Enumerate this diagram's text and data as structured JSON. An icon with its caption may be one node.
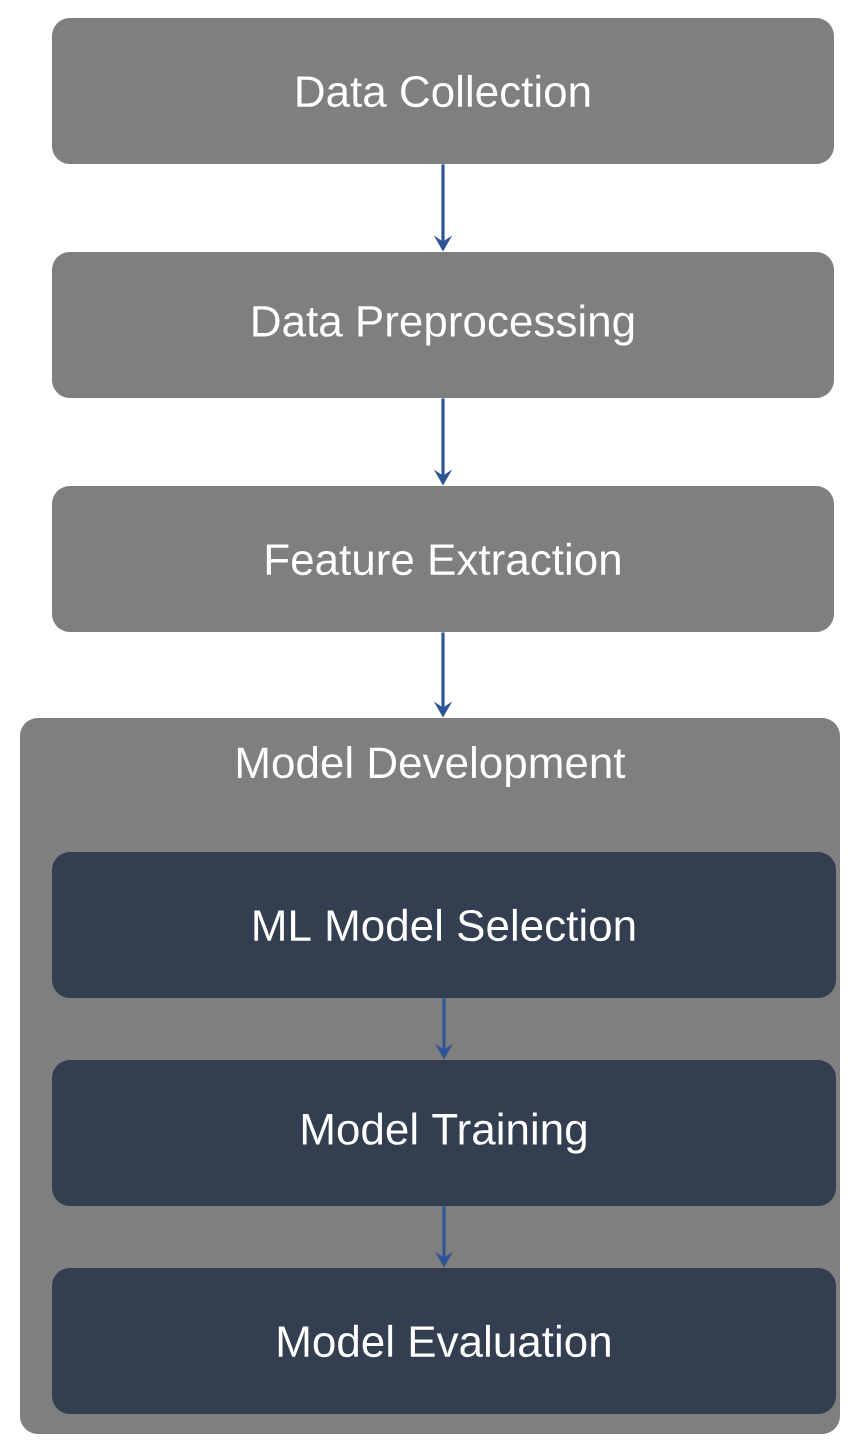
{
  "diagram": {
    "nodes": [
      {
        "text": [
          "Data Collection"
        ]
      },
      {
        "text": [
          "Data Preprocessing"
        ]
      },
      {
        "text": [
          "Feature Extraction"
        ]
      },
      {
        "text": [
          "Model Development"
        ]
      },
      {
        "text": [
          "ML Model Selection"
        ],
        "in": 3
      },
      {
        "text": [
          "Model Training"
        ],
        "in": 3
      },
      {
        "text": [
          "Model Evaluation"
        ],
        "in": 3
      }
    ],
    "edges": [
      {
        "from": 0,
        "to": 1,
        "arrow": "to"
      },
      {
        "from": 1,
        "to": 2,
        "arrow": "to"
      },
      {
        "from": 2,
        "to": 3,
        "arrow": "to"
      },
      {
        "from": 4,
        "to": 5,
        "arrow": "to"
      },
      {
        "from": 5,
        "to": 6,
        "arrow": "to"
      }
    ]
  }
}
